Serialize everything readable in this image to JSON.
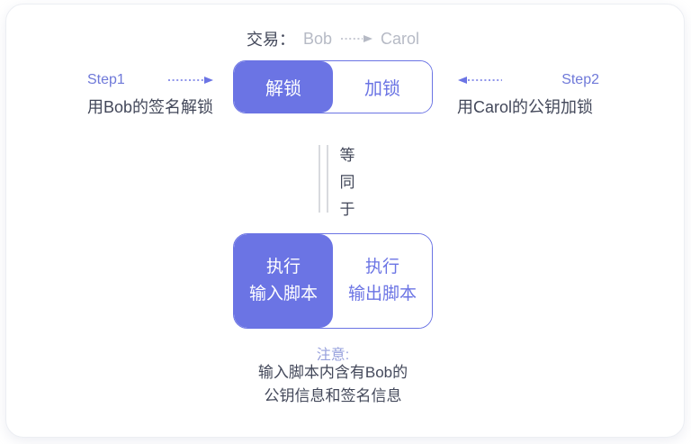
{
  "colors": {
    "accent_purple": "#6b74e4",
    "step_label_purple": "#6f79d9",
    "note_purple": "#96a0dc",
    "dark_text": "#43485a",
    "muted_gray_text": "#b6bac5",
    "divider_line_gray": "#d8dade"
  },
  "icons": {
    "transaction_arrow": "dotted-arrow-right",
    "step1_arrow": "dotted-arrow-right",
    "step2_arrow": "dotted-arrow-left"
  },
  "transaction": {
    "label": "交易：",
    "from": "Bob",
    "to": "Carol"
  },
  "steps": {
    "step1": {
      "title": "Step1",
      "desc": "用Bob的签名解锁"
    },
    "step2": {
      "title": "Step2",
      "desc": "用Carol的公钥加锁"
    }
  },
  "lock_box": {
    "left": "解锁",
    "right": "加锁"
  },
  "equivalence": {
    "chars": [
      "等",
      "同",
      "于"
    ]
  },
  "script_box": {
    "left_lines": [
      "执行",
      "输入脚本"
    ],
    "right_lines": [
      "执行",
      "输出脚本"
    ]
  },
  "note": {
    "title": "注意:",
    "lines": [
      "输入脚本内含有Bob的",
      "公钥信息和签名信息"
    ]
  }
}
